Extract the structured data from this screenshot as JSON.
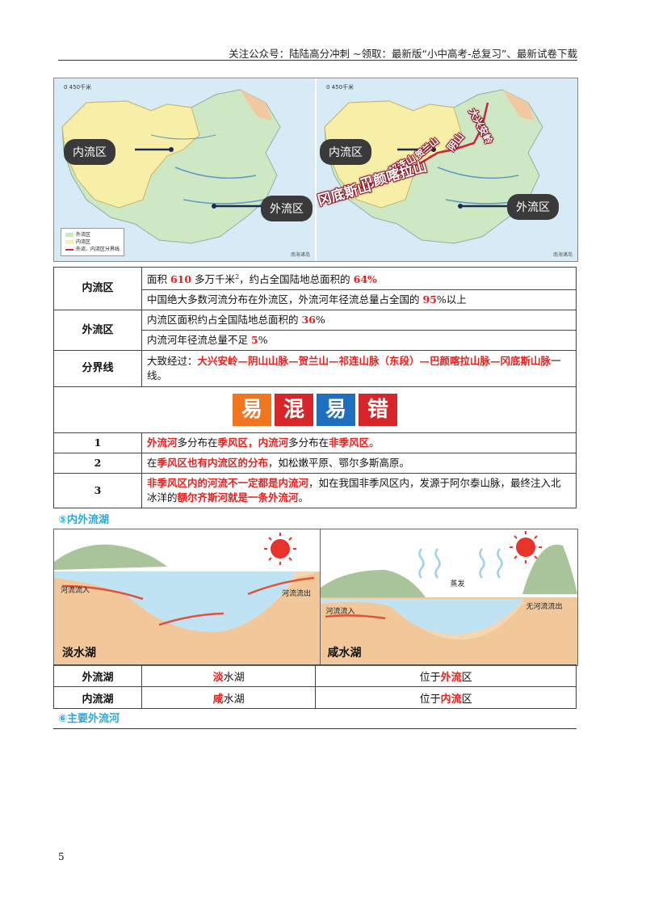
{
  "header": {
    "text": "关注公众号：陆陆高分冲刺 ~领取：最新版“小中高考-总复习”、最新试卷下载"
  },
  "maps": {
    "scale": "0   450千米",
    "left": {
      "inner_label": "内流区",
      "outer_label": "外流区"
    },
    "right": {
      "inner_label": "内流区",
      "outer_label": "外流区",
      "mountains": [
        "大兴安岭",
        "阴山",
        "贺兰山",
        "祁连山",
        "巴颜喀拉山",
        "冈底斯山"
      ]
    },
    "legend": [
      "外流区",
      "内流区",
      "外流、内流区分界线"
    ],
    "note": "南海诸岛"
  },
  "table": {
    "inner": {
      "label": "内流区",
      "area_pre": "面积 ",
      "area_num": "610",
      "area_mid": " 多万千米",
      "area_sup": "2",
      "area_post": "，约占全国陆地总面积的 ",
      "area_pct": "64%",
      "line2_pre": "中国绝大多数河流分布在外流区，外流河年径流总量占全国的 ",
      "line2_num": "95",
      "line2_post": "%以上"
    },
    "outer": {
      "label": "外流区",
      "line1_pre": "内流区面积约占全国陆地总面积的 ",
      "line1_num": "36",
      "line1_post": "%",
      "line2_pre": "内流河年径流总量不足 ",
      "line2_num": "5",
      "line2_post": "%"
    },
    "boundary": {
      "label": "分界线",
      "pre": "大致经过：",
      "red": "大兴安岭—阴山山脉—贺兰山—祁连山脉（东段）—巴颜喀拉山脉—冈底斯山脉",
      "post": "一线。"
    },
    "banner": [
      {
        "char": "易",
        "color": "#f0761f"
      },
      {
        "char": "混",
        "color": "#d6262a"
      },
      {
        "char": "易",
        "color": "#1f6fc0"
      },
      {
        "char": "错",
        "color": "#d6262a"
      }
    ],
    "errors": [
      {
        "num": "1",
        "a": "外流河",
        "b": "多分布在",
        "c": "季风区",
        "d": "，",
        "e": "内流河",
        "f": "多分布在",
        "g": "非季风区",
        "h": "。"
      },
      {
        "num": "2",
        "a": "在",
        "b": "季风区也有内流区的分布",
        "c": "，如松嫩平原、鄂尔多斯高原。"
      },
      {
        "num": "3",
        "a": "非季风区内的河流不一定都是内流河",
        "b": "，如在我国非季风区内，发源于阿尔泰山脉，最终注入北冰洋的",
        "c": "额尔齐斯河就是一条外流河",
        "d": "。"
      }
    ]
  },
  "section5": "⑤内外流湖",
  "lakes": {
    "fresh": {
      "inflow": "河流流入",
      "outflow": "河流流出",
      "title": "淡水湖"
    },
    "salt": {
      "inflow": "河流流入",
      "evap": "蒸发",
      "no_outflow": "无河流流出",
      "title": "咸水湖"
    }
  },
  "lake_table": [
    {
      "label": "外流湖",
      "type_red": "淡",
      "type_rest": "水湖",
      "loc_pre": "位于",
      "loc_red": "外流",
      "loc_post": "区"
    },
    {
      "label": "内流湖",
      "type_red": "咸",
      "type_rest": "水湖",
      "loc_pre": "位于",
      "loc_red": "内流",
      "loc_post": "区"
    }
  ],
  "section6": "⑥主要外流河",
  "page_number": "5",
  "colors": {
    "red": "#e8201e",
    "blue_heading": "#2aa7d9",
    "inner_area": "#f7efa8",
    "outer_area": "#cfe8c4"
  }
}
